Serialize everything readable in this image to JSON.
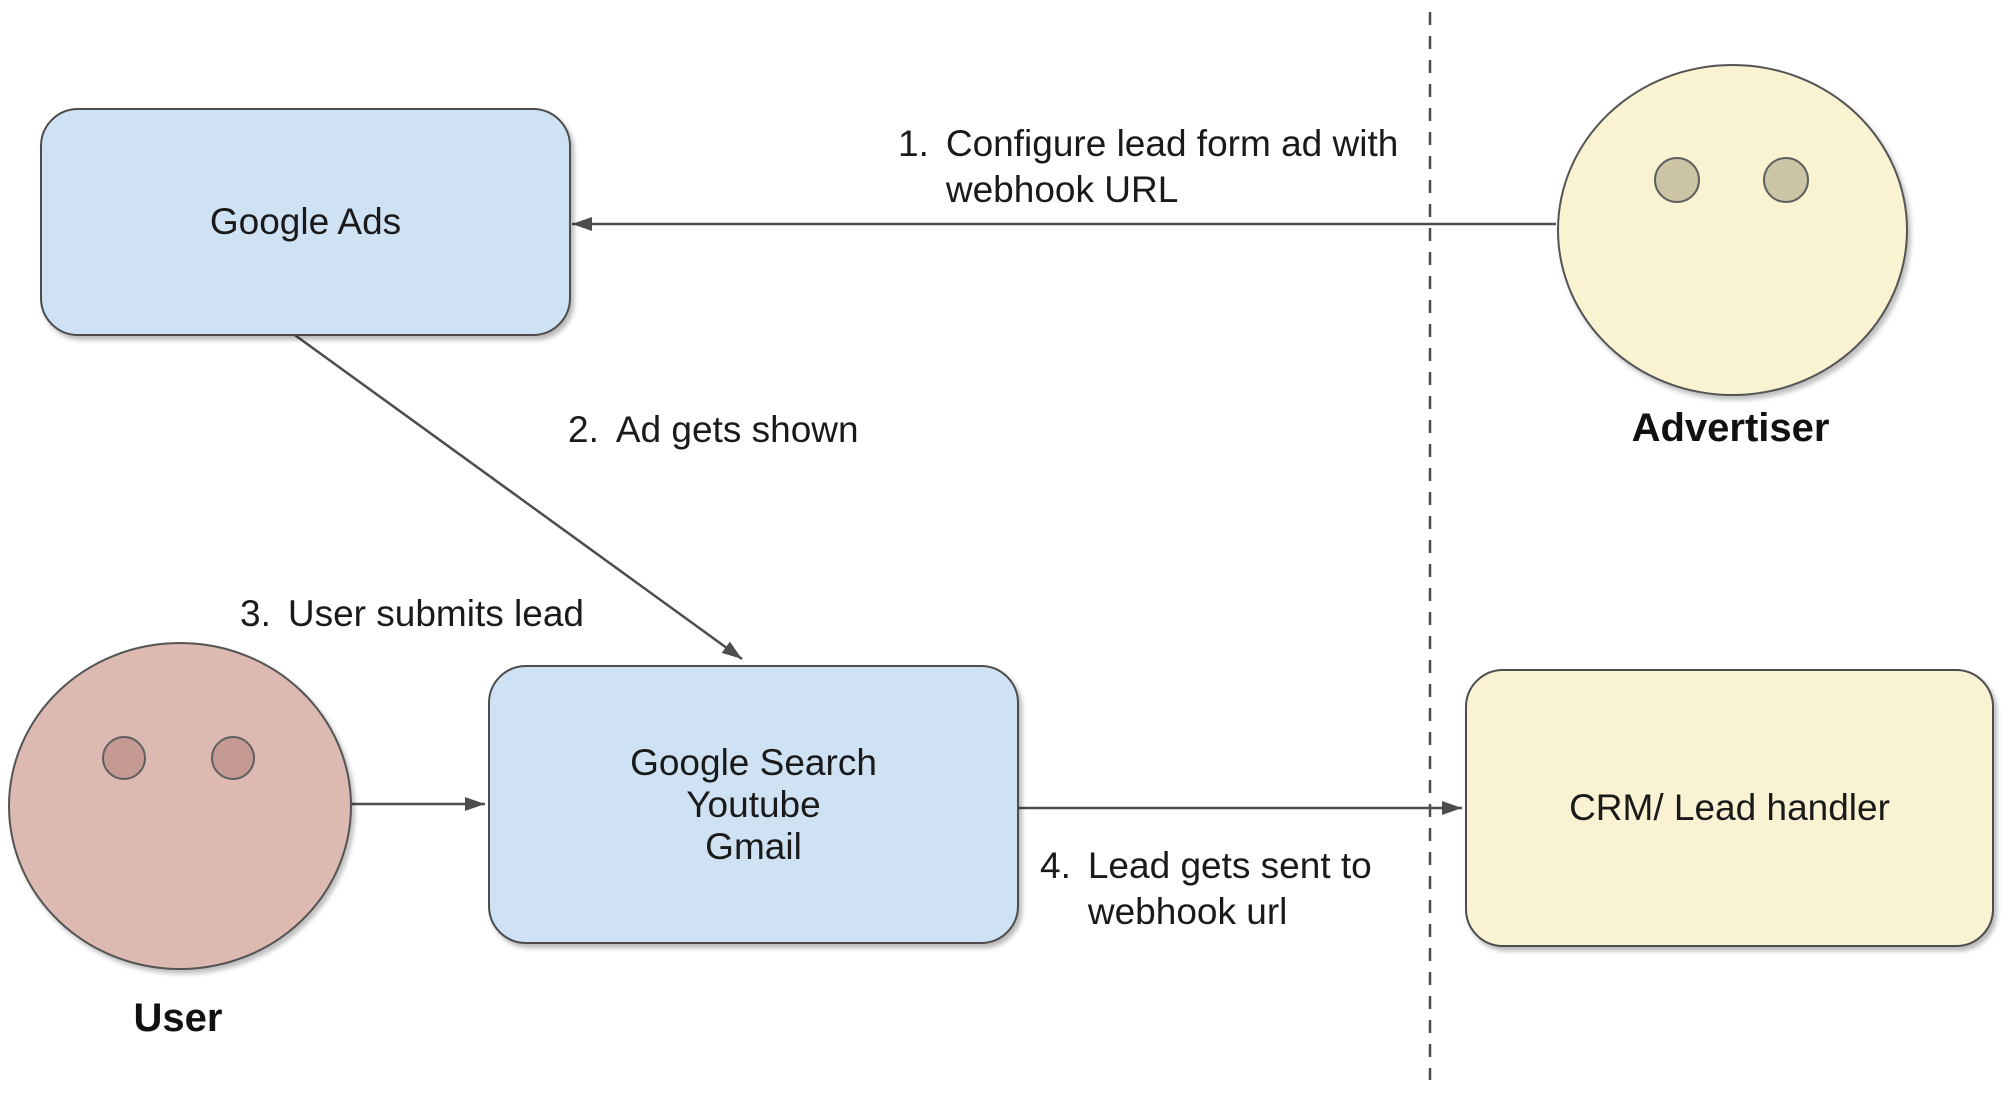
{
  "boxes": {
    "google_ads": {
      "label": "Google Ads"
    },
    "platforms": {
      "label": "Google Search\nYoutube\nGmail"
    },
    "crm": {
      "label": "CRM/ Lead handler"
    }
  },
  "actors": {
    "advertiser": {
      "label": "Advertiser"
    },
    "user": {
      "label": "User"
    }
  },
  "steps": [
    {
      "num": "1.",
      "text": "Configure lead form ad with\nwebhook URL"
    },
    {
      "num": "2.",
      "text": "Ad gets shown"
    },
    {
      "num": "3.",
      "text": "User submits lead"
    },
    {
      "num": "4.",
      "text": "Lead gets sent to\nwebhook url"
    }
  ],
  "colors": {
    "box_blue_fill": "#cfe2f3",
    "box_yellow_fill": "#faf3d3",
    "user_face_fill": "#dcb9b1",
    "user_eye_fill": "#c49a92",
    "advertiser_face_fill": "#faf3d2",
    "advertiser_eye_fill": "#cbc4a5",
    "stroke": "#4d4d4d",
    "text": "#1a1a1a"
  }
}
